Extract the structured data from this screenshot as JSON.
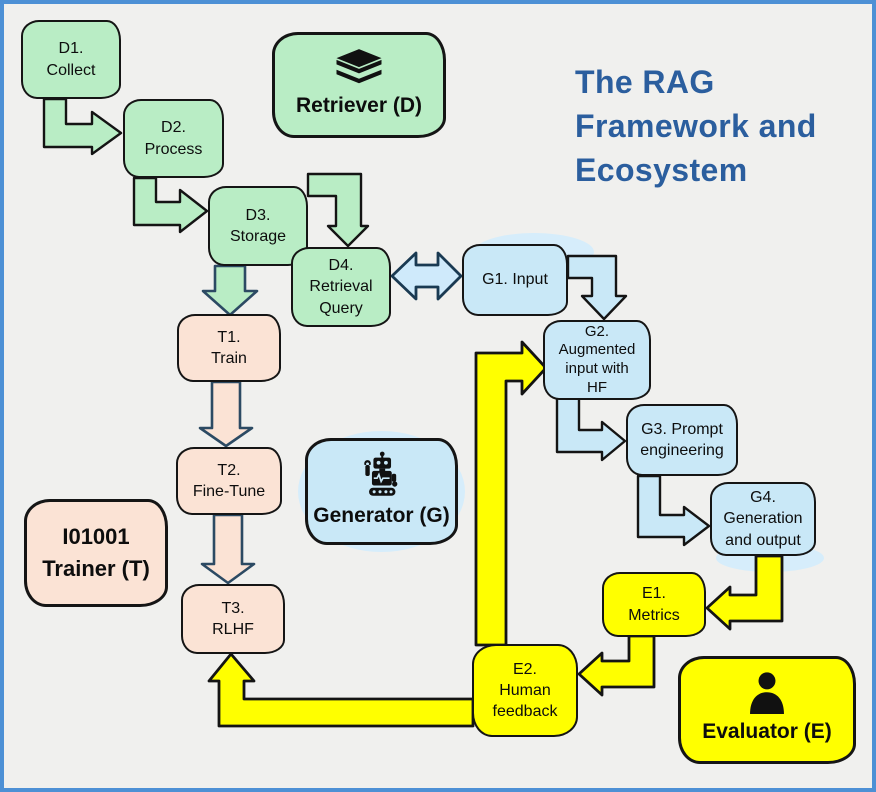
{
  "title": "The RAG\nFramework and\nEcosystem",
  "colors": {
    "green": "#b9edc5",
    "blue": "#c9e8f7",
    "peach": "#fbe3d5",
    "yellow": "#ffff00",
    "title-blue": "#2b5e9e",
    "bg": "#f0f0ee",
    "border-blue": "#4d90d5",
    "navy-outline": "#2c4a63"
  },
  "nodes": {
    "d1": {
      "label": "D1.\nCollect"
    },
    "d2": {
      "label": "D2.\nProcess"
    },
    "d3": {
      "label": "D3.\nStorage"
    },
    "d4": {
      "label": "D4.\nRetrieval\nQuery"
    },
    "g1": {
      "label": "G1. Input"
    },
    "g2": {
      "label": "G2.\nAugmented\ninput with\nHF"
    },
    "g3": {
      "label": "G3. Prompt\nengineering"
    },
    "g4": {
      "label": "G4.\nGeneration\nand output"
    },
    "e1": {
      "label": "E1.\nMetrics"
    },
    "e2": {
      "label": "E2.\nHuman\nfeedback"
    },
    "t1": {
      "label": "T1.\nTrain"
    },
    "t2": {
      "label": "T2.\nFine-Tune"
    },
    "t3": {
      "label": "T3.\nRLHF"
    }
  },
  "groups": {
    "retriever": {
      "label": "Retriever (D)",
      "icon": "books-icon"
    },
    "generator": {
      "label": "Generator (G)",
      "icon": "robot-icon"
    },
    "trainer": {
      "label": "I01001\nTrainer (T)"
    },
    "evaluator": {
      "label": "Evaluator (E)",
      "icon": "person-icon"
    }
  }
}
